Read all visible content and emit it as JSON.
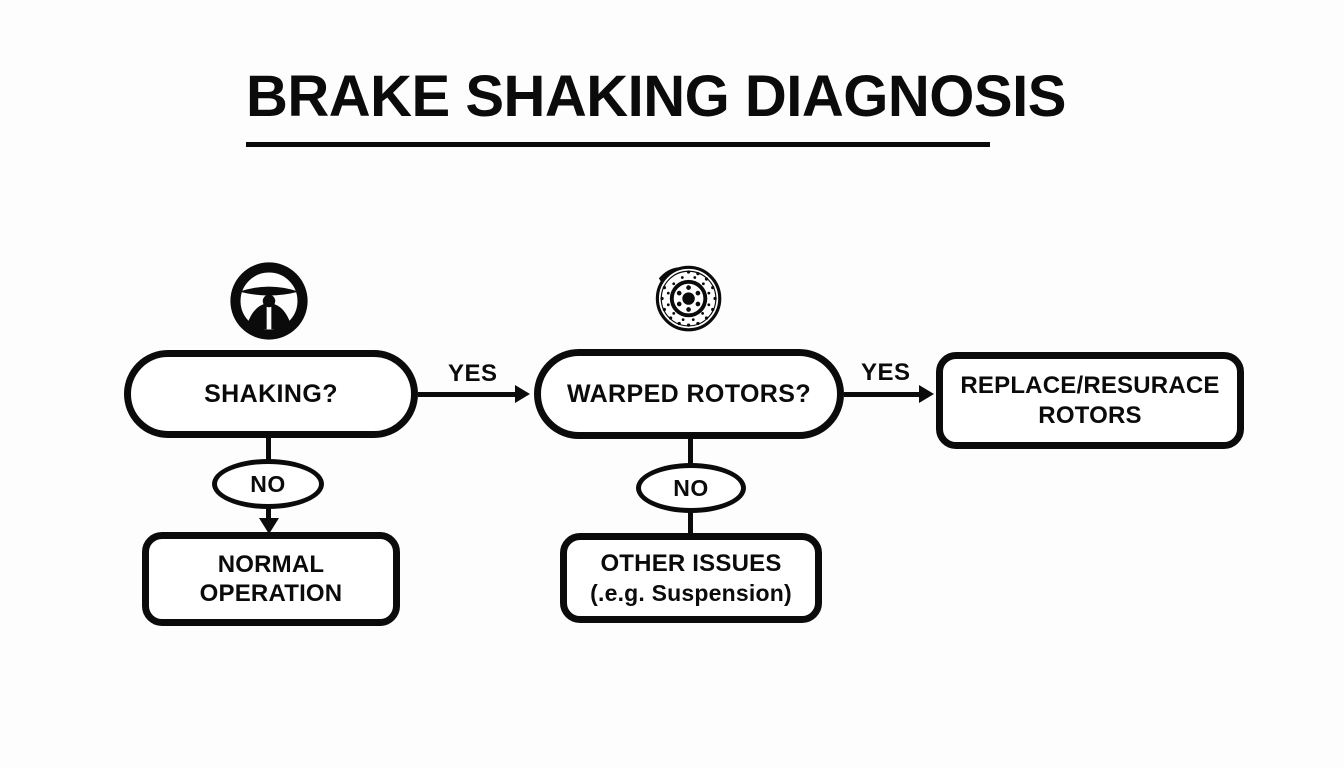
{
  "page": {
    "title": "BRAKE SHAKING DIAGNOSIS",
    "background_color": "#fdfdfd",
    "ink_color": "#0b0b0b"
  },
  "flow": {
    "nodes": [
      {
        "id": "shaking",
        "label": "SHAKING?",
        "shape": "decision"
      },
      {
        "id": "warped",
        "label": "WARPED ROTORS?",
        "shape": "decision"
      },
      {
        "id": "replace",
        "label": "REPLACE/RESURACE ROTORS",
        "shape": "terminal"
      },
      {
        "id": "normal",
        "label": "NORMAL OPERATION",
        "shape": "terminal"
      },
      {
        "id": "other",
        "label": "OTHER ISSUES",
        "sub": "(.e.g. Suspension)",
        "shape": "terminal"
      }
    ],
    "edges": [
      {
        "id": "yes1",
        "label": "YES",
        "from": "shaking",
        "to": "warped",
        "arrowhead": true
      },
      {
        "id": "yes2",
        "label": "YES",
        "from": "warped",
        "to": "replace",
        "arrowhead": true
      },
      {
        "id": "no1",
        "label": "NO",
        "from": "shaking",
        "to": "normal",
        "arrowhead": true
      },
      {
        "id": "no2",
        "label": "NO",
        "from": "warped",
        "to": "other",
        "arrowhead": false
      }
    ],
    "icons": [
      {
        "id": "steering-wheel",
        "name": "steering-wheel-icon",
        "above": "shaking"
      },
      {
        "id": "brake-rotor",
        "name": "brake-rotor-icon",
        "above": "warped"
      }
    ]
  }
}
